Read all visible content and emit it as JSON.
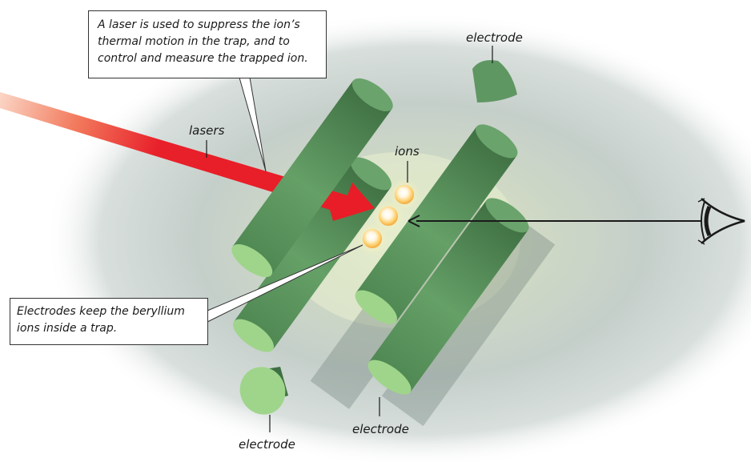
{
  "callouts": {
    "laser": "A laser is used to suppress the ion’s\nthermal motion in the trap, and to\ncontrol and measure the trapped ion.",
    "electrodes": "Electrodes keep the beryllium\nions inside a trap."
  },
  "labels": {
    "lasers": "lasers",
    "ions": "ions",
    "electrode_top_right": "electrode",
    "electrode_bottom_left": "electrode",
    "electrode_bottom_center": "electrode"
  },
  "colors": {
    "laser_beam": "#e8202a",
    "electrode_body": "#5f9762",
    "electrode_end_face": "#9fd58b",
    "ion_glow": "#ffd57a",
    "background_halo": "#c6d0cb"
  },
  "icons": {
    "observer": "eye-icon"
  }
}
